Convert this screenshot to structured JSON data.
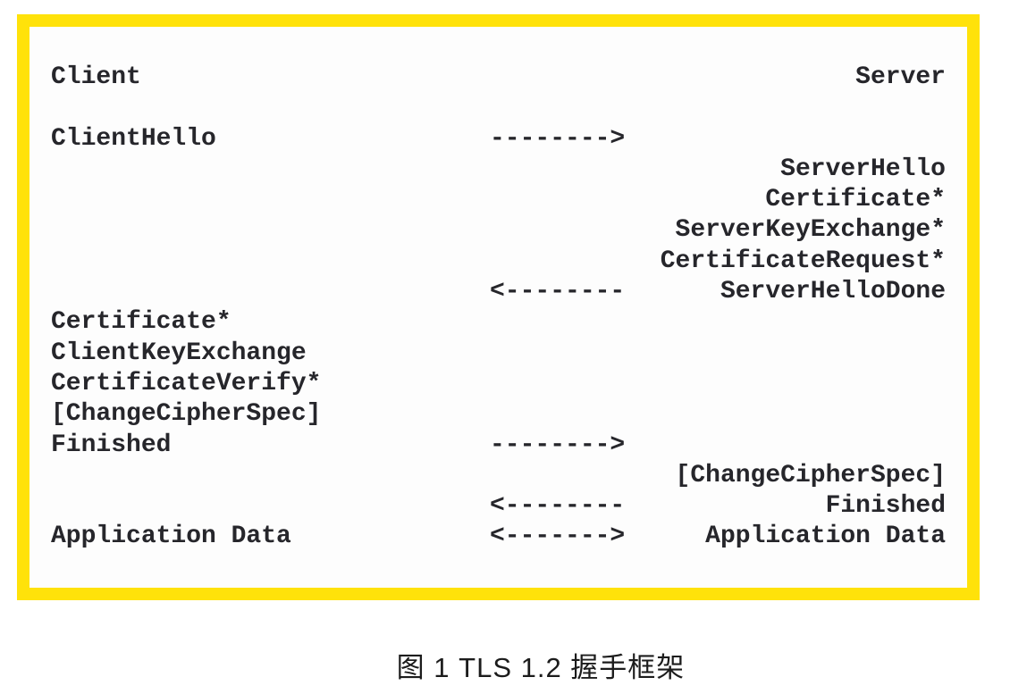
{
  "figure": {
    "caption": "图 1  TLS 1.2 握手框架"
  },
  "colors": {
    "frame_yellow": "#ffe20a",
    "text": "#26262b"
  },
  "diagram": {
    "rows": [
      {
        "client": "Client",
        "arrow": "",
        "server": "Server"
      },
      {
        "client": "",
        "arrow": "",
        "server": ""
      },
      {
        "client": "ClientHello",
        "arrow": "-------->",
        "server": ""
      },
      {
        "client": "",
        "arrow": "",
        "server": "ServerHello"
      },
      {
        "client": "",
        "arrow": "",
        "server": "Certificate*"
      },
      {
        "client": "",
        "arrow": "",
        "server": "ServerKeyExchange*"
      },
      {
        "client": "",
        "arrow": "",
        "server": "CertificateRequest*"
      },
      {
        "client": "",
        "arrow": "<--------",
        "server": "ServerHelloDone"
      },
      {
        "client": "Certificate*",
        "arrow": "",
        "server": ""
      },
      {
        "client": "ClientKeyExchange",
        "arrow": "",
        "server": ""
      },
      {
        "client": "CertificateVerify*",
        "arrow": "",
        "server": ""
      },
      {
        "client": "[ChangeCipherSpec]",
        "arrow": "",
        "server": ""
      },
      {
        "client": "Finished",
        "arrow": "-------->",
        "server": ""
      },
      {
        "client": "",
        "arrow": "",
        "server": "[ChangeCipherSpec]"
      },
      {
        "client": "",
        "arrow": "<--------",
        "server": "Finished"
      },
      {
        "client": "Application Data",
        "arrow": "<------->",
        "server": "Application Data"
      }
    ]
  }
}
